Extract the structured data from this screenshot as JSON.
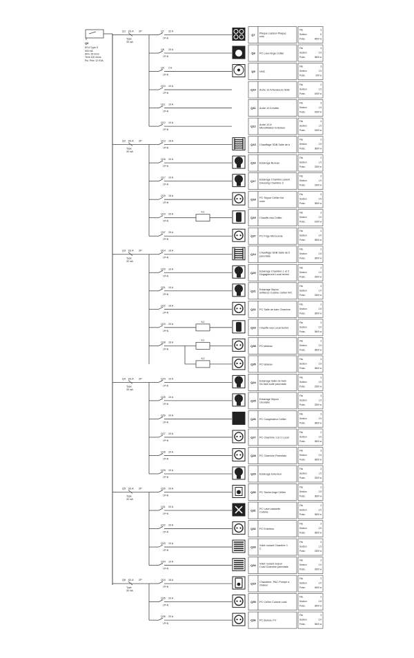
{
  "main": {
    "id": "Q0",
    "label": "63 A Type S",
    "details": [
      "500 mA",
      "Alim.    35 mm2",
      "Terre    100 ohms",
      "Pui. Prev.    12 KVA"
    ]
  },
  "groups": [
    {
      "id": "Q1",
      "rating": "63 A",
      "poles": "2P",
      "type": "Type",
      "trip": "30 mA"
    },
    {
      "id": "Q2",
      "rating": "63 A",
      "poles": "2P",
      "type": "Type",
      "trip": "30 mA"
    },
    {
      "id": "Q3",
      "rating": "63 A",
      "poles": "2P",
      "type": "Type",
      "trip": "30 mA"
    },
    {
      "id": "Q4",
      "rating": "63 A",
      "poles": "2P",
      "type": "Type",
      "trip": "30 mA"
    },
    {
      "id": "Q5",
      "rating": "63 A",
      "poles": "2P",
      "type": "Type",
      "trip": "30 mA"
    },
    {
      "id": "Q6",
      "rating": "63 A",
      "poles": "2P",
      "type": "Type",
      "trip": "30 mA"
    }
  ],
  "labels": {
    "field_fils": "Fils",
    "field_section": "Section",
    "field_puiss": "Puiss.",
    "breaker_type": "1P+N"
  },
  "circuits": [
    {
      "id": "Q7",
      "rating": "32 A",
      "icon": "cooktop-icon",
      "label": "Plaque cuisson Plaque cuis",
      "fils": "3",
      "section": "6",
      "power": "4600 w"
    },
    {
      "id": "Q8",
      "rating": "20 A",
      "icon": "washing-machine-icon",
      "label": "PC Lave-linge Cellier",
      "fils": "3",
      "section": "2.5",
      "power": "3600 w"
    },
    {
      "id": "Q9",
      "rating": "2 A",
      "icon": "ventilation-icon",
      "label": "VMC",
      "fils": "3",
      "section": "1.5",
      "power": "200 w"
    },
    {
      "id": "Q10",
      "rating": "10 A",
      "icon": "",
      "label": "Autre 10 A Aerateurs SDB",
      "fils": "3",
      "section": "1.5",
      "power": "1600 w"
    },
    {
      "id": "Q11",
      "rating": "10 A",
      "icon": "",
      "label": "Autre 10 A trottle",
      "fils": "3",
      "section": "1.5",
      "power": "1600 w"
    },
    {
      "id": "Q12",
      "rating": "10 A",
      "icon": "",
      "label": "Autre 10 A Microfiltation Exterieur",
      "fils": "3",
      "section": "1.5",
      "power": "1600 w"
    },
    {
      "id": "Q13",
      "rating": "16 A",
      "icon": "towel-radiator-icon",
      "label": "Chauffage SDB Salle de b",
      "fils": "3",
      "section": "2.5",
      "power": "3600 w"
    },
    {
      "id": "Q16",
      "rating": "10 A",
      "icon": "light-bulb-icon",
      "label": "Eclairage Bureau",
      "fils": "3",
      "section": "1.5",
      "power": "2300 w"
    },
    {
      "id": "Q17",
      "rating": "10 A",
      "icon": "light-bulb-icon",
      "label": "Eclairage Chambre parent Dressing Chambre 3",
      "fils": "3",
      "section": "1.5",
      "power": "2300 w"
    },
    {
      "id": "Q18",
      "rating": "16 A",
      "icon": "power-outlet-icon",
      "label": "PC Sejour Cellier Ilot cuisi",
      "fils": "3",
      "section": "2.5",
      "power": "3600 w"
    },
    {
      "id": "Q19",
      "rating": "20 A",
      "icon": "water-heater-icon",
      "label": "Chauffe-eau Cellier",
      "fils": "3",
      "section": "2.5",
      "power": "1000 w"
    },
    {
      "id": "Q37",
      "rating": "20 A",
      "icon": "power-outlet-icon",
      "label": "PC Frigo Microonde",
      "fils": "3",
      "section": "2.5",
      "power": "3600 w"
    },
    {
      "id": "Q14",
      "rating": "16 A",
      "icon": "towel-radiator-icon",
      "label": "Chauffage SDB Salle de b parentale",
      "fils": "3",
      "section": "2.5",
      "power": "3600 w"
    },
    {
      "id": "Q20",
      "rating": "10 A",
      "icon": "light-bulb-icon",
      "label": "Eclairage Chambre 1 et 2 Degagement Local techni",
      "fils": "3",
      "section": "1.5",
      "power": "2300 w"
    },
    {
      "id": "Q21",
      "rating": "10 A",
      "icon": "light-bulb-icon",
      "label": "Eclairage Sejour entiteres Cuisine Cellier WC",
      "fils": "3",
      "section": "1.5",
      "power": "2300 w"
    },
    {
      "id": "Q22",
      "rating": "16 A",
      "icon": "power-outlet-icon",
      "label": "PC Salle de bain Chambre",
      "fils": "3",
      "section": "2.5",
      "power": "3600 w"
    },
    {
      "id": "Q23",
      "rating": "20 A",
      "icon": "water-heater-icon",
      "label": "Chauffe-eau Local techni",
      "fils": "3",
      "section": "2.5",
      "power": "3600 w"
    },
    {
      "id": "Q38",
      "rating": "16 A",
      "icon": "power-outlet-icon",
      "label": "PC tableau",
      "fils": "3",
      "section": "2.5",
      "power": "3600 w"
    },
    {
      "id": "Q35",
      "rating": "",
      "icon": "power-outlet-icon",
      "label": "PC tableau",
      "fils": "3",
      "section": "2.5",
      "power": "3600 w"
    },
    {
      "id": "Q24",
      "rating": "10 A",
      "icon": "light-bulb-icon",
      "label": "Eclairage Salle de bain Sa bain suite parentale",
      "fils": "3",
      "section": "1.5",
      "power": "2300 w"
    },
    {
      "id": "Q25",
      "rating": "10 A",
      "icon": "light-bulb-icon",
      "label": "Eclairage Sejour circulatio",
      "fils": "3",
      "section": "1.5",
      "power": "2300 w"
    },
    {
      "id": "Q26",
      "rating": "20 A",
      "icon": "freezer-icon",
      "label": "PC Congelateur Cellier",
      "fils": "3",
      "section": "2.5",
      "power": "3600 w"
    },
    {
      "id": "Q27",
      "rating": "20 A",
      "icon": "power-outlet-icon",
      "label": "PC Chambre 1 et 2 Local",
      "fils": "3",
      "section": "2.5",
      "power": "3600 w"
    },
    {
      "id": "Q28",
      "rating": "20 A",
      "icon": "power-outlet-icon",
      "label": "PC Chambre Parentale",
      "fils": "3",
      "section": "2.5",
      "power": "3600 w"
    },
    {
      "id": "Q29",
      "rating": "10 A",
      "icon": "light-bulb-icon",
      "label": "Eclairage Exterieur",
      "fils": "3",
      "section": "1.5",
      "power": "2300 w"
    },
    {
      "id": "Q30",
      "rating": "20 A",
      "icon": "dryer-icon",
      "label": "PC Seche-linge Cellier",
      "fils": "3",
      "section": "2.5",
      "power": "3600 w"
    },
    {
      "id": "Q31",
      "rating": "20 A",
      "icon": "dishwasher-icon",
      "label": "PC Lave-vaisselle Cuisine",
      "fils": "3",
      "section": "2.5",
      "power": "3600 w"
    },
    {
      "id": "Q32",
      "rating": "20 A",
      "icon": "power-outlet-icon",
      "label": "PC Exterieur",
      "fils": "3",
      "section": "2.5",
      "power": "3600 w"
    },
    {
      "id": "Q33",
      "rating": "10 A",
      "icon": "rolling-shutter-icon",
      "label": "Volet roulant Chambre 1 2",
      "fils": "3",
      "section": "1.5",
      "power": "2300 w"
    },
    {
      "id": "Q34",
      "rating": "10 A",
      "icon": "rolling-shutter-icon",
      "label": "Volet roulant Sejour Cuisi Chambre parentale",
      "fils": "3",
      "section": "1.5",
      "power": "2300 w"
    },
    {
      "id": "Q15",
      "rating": "16 A",
      "icon": "boiler-icon",
      "label": "Chaudière, PAC Pompe a chaleur",
      "fils": "3",
      "section": "2.5",
      "power": "4600 w"
    },
    {
      "id": "Q35",
      "rating": "20 A",
      "icon": "power-outlet-icon",
      "label": "PC Cellier Cuisine cuisi",
      "fils": "3",
      "section": "2.5",
      "power": "3600 w"
    },
    {
      "id": "Q36",
      "rating": "20 A",
      "icon": "power-outlet-icon",
      "label": "PC Bureau TV",
      "fils": "3",
      "section": "2.5",
      "power": "3600 w"
    }
  ],
  "contactors": [
    "K1",
    "K2",
    "K1",
    "K2"
  ]
}
